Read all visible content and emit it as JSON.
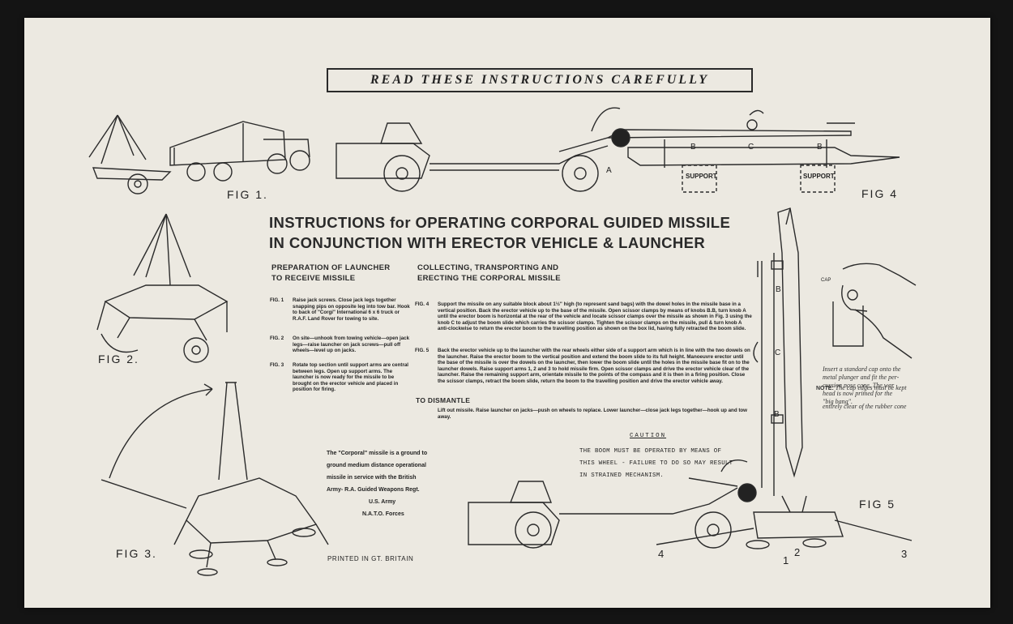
{
  "banner": "READ THESE INSTRUCTIONS CAREFULLY",
  "title_line1": "INSTRUCTIONS for OPERATING CORPORAL GUIDED MISSILE",
  "title_line2": "IN CONJUNCTION WITH ERECTOR VEHICLE & LAUNCHER",
  "section_left": {
    "line1": "PREPARATION OF LAUNCHER",
    "line2": "TO RECEIVE MISSILE"
  },
  "section_right": {
    "line1": "COLLECTING, TRANSPORTING AND",
    "line2": "ERECTING THE CORPORAL MISSILE"
  },
  "steps": {
    "fig1": {
      "label": "FIG. 1",
      "text": "Raise jack screws. Close jack legs together snapping pips on opposite leg into tow bar. Hook to back of \"Corgi\" International 6 x 6 truck or R.A.F. Land Rover for towing to site."
    },
    "fig2": {
      "label": "FIG. 2",
      "text": "On site—unhook from towing vehicle—open jack legs—raise launcher on jack screws—pull off wheels—level up on jacks."
    },
    "fig3": {
      "label": "FIG. 3",
      "text": "Rotate top section until support arms are central between legs. Open up support arms. The launcher is now ready for the missile to be brought on the erector vehicle and placed in position for firing."
    },
    "fig4": {
      "label": "FIG. 4",
      "text": "Support the missile on any suitable block about 1½\" high (to represent sand bags) with the dowel holes in the missile base in a vertical position. Back the erector vehicle up to the base of the missile. Open scissor clamps by means of knobs B.B, turn knob A until the erector boom is horizontal at the rear of the vehicle and locate scissor clamps over the missile as shown in Fig. 3 using the knob C to adjust the boom slide which carries the scissor clamps. Tighten the scissor clamps on the missile, pull & turn knob A anti-clockwise to return the erector boom to the travelling position as shown on the box lid, having fully retracted the boom slide."
    },
    "fig5": {
      "label": "FIG. 5",
      "text": "Back the erector vehicle up to the launcher with the rear wheels either side of a support arm which is in line with the two dowels on the launcher. Raise the erector boom to the vertical position and extend the boom slide to its full height. Manoeuvre erector until the base of the missile is over the dowels on the launcher, then lower the boom slide until the holes in the missile base fit on to the launcher dowels. Raise support arms 1, 2 and 3 to hold missile firm. Open scissor clamps and drive the erector vehicle clear of the launcher. Raise the remaining support arm, orientate missile to the points of the compass and it is then in a firing position. Close the scissor clamps, retract the boom slide, return the boom to the travelling position and drive the erector vehicle away."
    }
  },
  "dismantle": {
    "heading": "TO DISMANTLE",
    "text": "Lift out missile. Raise launcher on jacks—push on wheels to replace. Lower launcher—close jack legs together—hook up and tow away."
  },
  "corporal_note": [
    "The \"Corporal\" missile is a ground to",
    "ground medium distance operational",
    "missile in service with the British",
    "Army- R.A. Guided Weapons Regt.",
    "U.S. Army",
    "N.A.T.O. Forces"
  ],
  "caution": {
    "heading": "CAUTION",
    "lines": [
      "THE BOOM MUST BE OPERATED BY MEANS OF",
      "THIS WHEEL - FAILURE TO DO SO MAY RESULT",
      "IN STRAINED MECHANISM."
    ]
  },
  "cap_note": {
    "cap_label": "CAP",
    "lines": [
      "Insert a standard cap onto the",
      "metal plunger and fit the per-",
      "cussion nose cone. The war",
      "head is now primed for the",
      "\"big bang\"."
    ],
    "note_label": "NOTE:",
    "note_text": "The cap edges must be kept",
    "note_line2": "entirely clear of the rubber cone"
  },
  "printed": "PRINTED IN GT. BRITAIN",
  "figure_labels": {
    "fig1": "FIG 1.",
    "fig2": "FIG 2.",
    "fig3": "FIG 3.",
    "fig4": "FIG 4",
    "fig5": "FIG 5"
  },
  "fig4_callouts": {
    "a": "A",
    "b1": "B",
    "c": "C",
    "b2": "B",
    "support1": "SUPPORT",
    "support2": "SUPPORT"
  },
  "fig5_callouts": {
    "b_top": "B",
    "c": "C",
    "b_low": "B",
    "n1": "1",
    "n2": "2",
    "n3": "3",
    "n4": "4"
  }
}
